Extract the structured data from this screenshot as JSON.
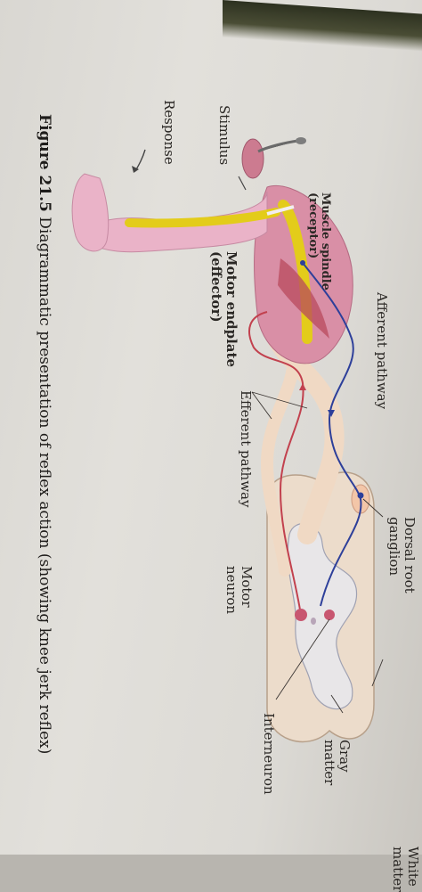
{
  "figure": {
    "number": "Figure 21.5",
    "caption": "Diagrammatic presentation of reflex action (showing knee jerk reflex)"
  },
  "labels": {
    "white_matter": [
      "White",
      "matter"
    ],
    "dorsal_root_ganglion": [
      "Dorsal root",
      "ganglion"
    ],
    "gray_matter": [
      "Gray",
      "matter"
    ],
    "interneuron": "Interneuron",
    "motor_neuron": [
      "Motor",
      "neuron"
    ],
    "afferent_pathway": "Afferent pathway",
    "efferent_pathway": "Efferent pathway",
    "motor_endplate": [
      "Motor endplate",
      "(effector)"
    ],
    "muscle_spindle": [
      "Muscle spindle",
      "(receptor)"
    ],
    "stimulus": "Stimulus",
    "response": "Response"
  },
  "colors": {
    "afferent": "#2d3f9a",
    "efferent": "#c2414e",
    "bone": "#e3cc1a",
    "muscle": "#b84a5c",
    "skin": "#e8a9c2",
    "spinal_cord": "#e6d2c0"
  }
}
